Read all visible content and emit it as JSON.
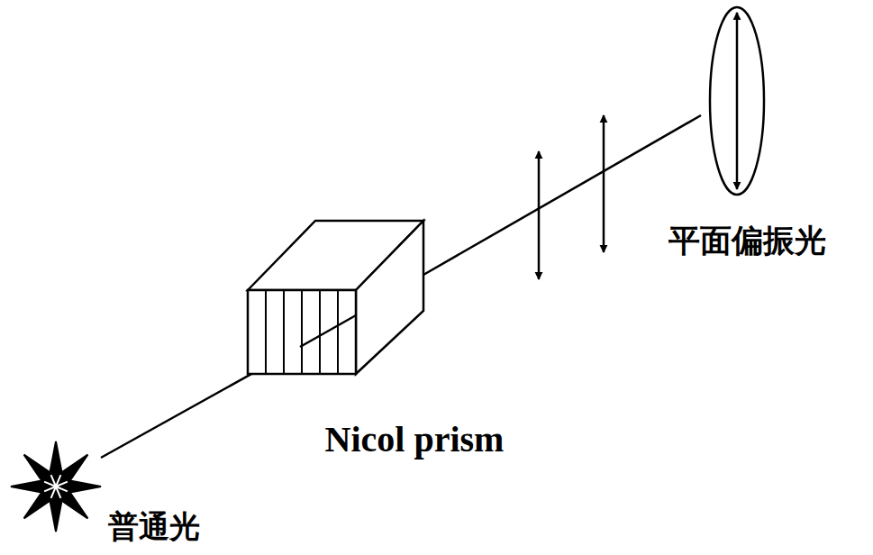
{
  "diagram": {
    "labels": [
      "普通光",
      "Nicol prism",
      "平面偏振光"
    ]
  }
}
